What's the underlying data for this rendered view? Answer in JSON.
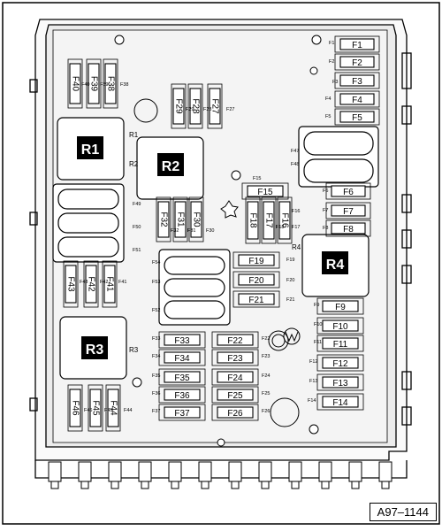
{
  "reference": "A97–1144",
  "relays": [
    "R1",
    "R2",
    "R3",
    "R4"
  ],
  "fuses": [
    "F1",
    "F2",
    "F3",
    "F4",
    "F5",
    "F6",
    "F7",
    "F8",
    "F9",
    "F10",
    "F11",
    "F12",
    "F13",
    "F14",
    "F15",
    "F16",
    "F17",
    "F18",
    "F19",
    "F20",
    "F21",
    "F22",
    "F23",
    "F24",
    "F25",
    "F26",
    "F27",
    "F28",
    "F29",
    "F30",
    "F31",
    "F32",
    "F33",
    "F34",
    "F35",
    "F36",
    "F37",
    "F38",
    "F39",
    "F40",
    "F41",
    "F42",
    "F43",
    "F44",
    "F45",
    "F46"
  ],
  "fuse_socket_labels": [
    "F1",
    "F2",
    "F3",
    "F4",
    "F5",
    "F6",
    "F7",
    "F8",
    "F9",
    "F10",
    "F11",
    "F12",
    "F13",
    "F14",
    "F15",
    "F16",
    "F17",
    "F18",
    "F19",
    "F20",
    "F21",
    "F22",
    "F23",
    "F24",
    "F25",
    "F26",
    "F27",
    "F28",
    "F29",
    "F30",
    "F31",
    "F32",
    "F33",
    "F34",
    "F35",
    "F36",
    "F37",
    "F38",
    "F39",
    "F40",
    "F41",
    "F42",
    "F43",
    "F44",
    "F45",
    "F46",
    "F47",
    "F48",
    "F49",
    "F50",
    "F51",
    "F52",
    "F53",
    "F54"
  ]
}
